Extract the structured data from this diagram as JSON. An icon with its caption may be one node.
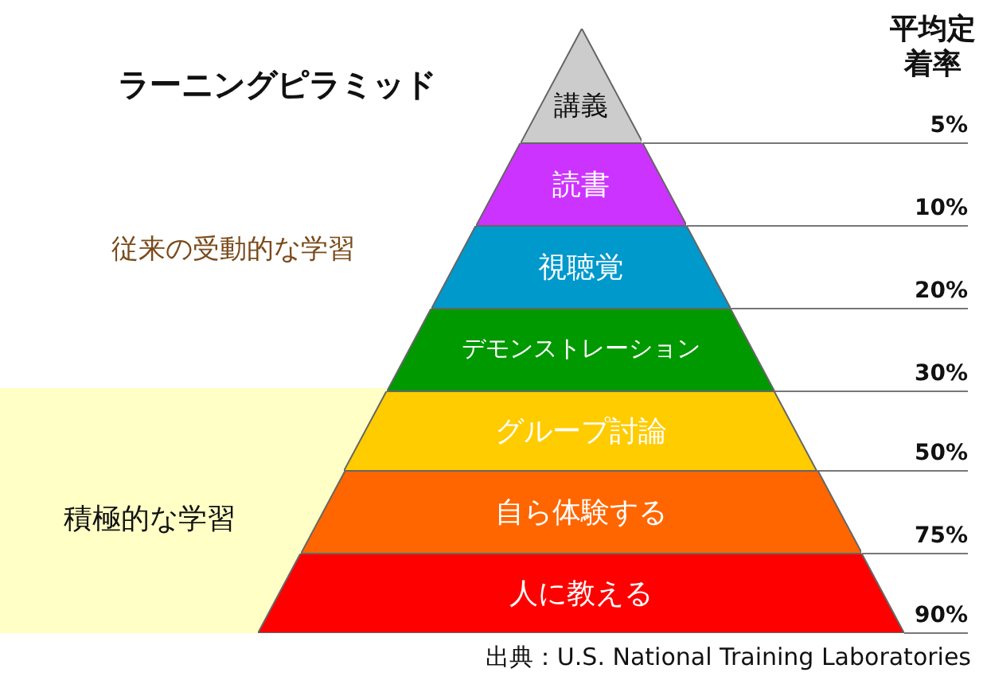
{
  "diagram": {
    "title": "ラーニングピラミッド",
    "caption": "出典：U.S. National Training Laboratories",
    "nodes": [
      {
        "text": [
          "講義"
        ]
      },
      {
        "text": [
          "読書"
        ]
      },
      {
        "text": [
          "視聴覚"
        ]
      },
      {
        "text": [
          "デモンストレーション"
        ]
      },
      {
        "text": [
          "グループ討論"
        ]
      },
      {
        "text": [
          "自ら体験する"
        ]
      },
      {
        "text": [
          "人に教える"
        ]
      },
      {
        "text": [
          "積極的な学習"
        ]
      }
    ],
    "edges": [],
    "labels": [
      "平均定着率",
      "5%",
      "10%",
      "従来の受動的な学習",
      "20%",
      "30%",
      "50%",
      "75%",
      "90%"
    ]
  }
}
